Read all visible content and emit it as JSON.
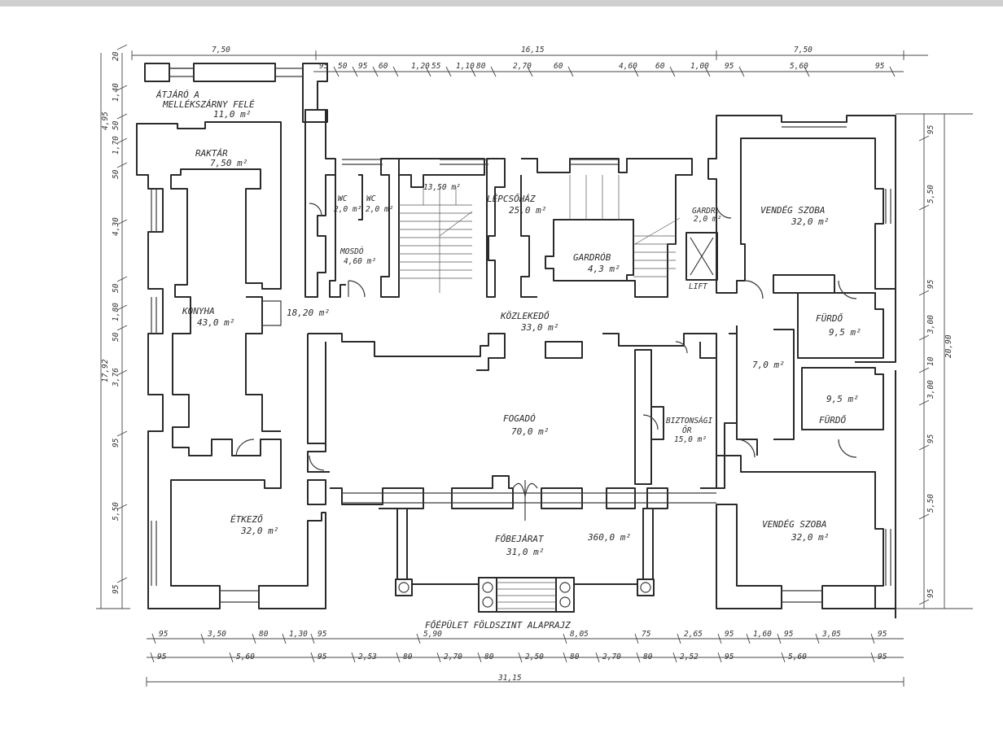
{
  "plan": {
    "title": "FŐÉPÜLET  FÖLDSZINT  ALAPRAJZ",
    "rooms": {
      "atjaro_1": "ÁTJÁRÓ A",
      "atjaro_2": "MELLÉKSZÁRNY FELÉ",
      "atjaro_area": "11,0 m²",
      "raktar": "RAKTÁR",
      "raktar_area": "7,50 m²",
      "wc1": "WC",
      "wc1_area": "2,0 m²",
      "wc2": "WC",
      "wc2_area": "2,0 m²",
      "mosdo": "MOSDÓ",
      "mosdo_area": "4,60 m²",
      "stair_area": "13,50 m²",
      "lepcsohaz": "LÉPCSŐHÁZ",
      "lepcsohaz_area": "25,0 m²",
      "gardrob": "GARDRÓB",
      "gardrob_area": "4,3 m²",
      "gardr_small": "GARDR.",
      "gardr_small_area": "2,0 m²",
      "lift": "LIFT",
      "vendeg1": "VENDÉG SZOBA",
      "vendeg1_area": "32,0 m²",
      "konyha": "KONYHA",
      "konyha_area": "43,0 m²",
      "small_area": "18,20 m²",
      "kozlekedo": "KÖZLEKEDŐ",
      "kozlekedo_area": "33,0 m²",
      "furdo1": "FÜRDŐ",
      "furdo1_area": "9,5 m²",
      "hall_area": "7,0 m²",
      "furdo2_area": "9,5 m²",
      "furdo2": "FÜRDŐ",
      "fogado": "FOGADÓ",
      "fogado_area": "70,0 m²",
      "biztonsagi_1": "BIZTONSÁGI",
      "biztonsagi_2": "ŐR",
      "biztonsagi_area": "15,0 m²",
      "etkezo": "ÉTKEZŐ",
      "etkezo_area": "32,0 m²",
      "fobejarat": "FŐBEJÁRAT",
      "fobejarat_area": "31,0 m²",
      "total_area": "360,0 m²",
      "vendeg2": "VENDÉG SZOBA",
      "vendeg2_area": "32,0 m²"
    },
    "dims_top_overall": [
      "7,50",
      "16,15",
      "7,50"
    ],
    "dims_top_detail": [
      "95",
      "50",
      "95",
      "60",
      "1,20",
      "55",
      "1,10",
      "80",
      "2,70",
      "60",
      "4,60",
      "60",
      "1,00",
      "95",
      "5,60",
      "95"
    ],
    "dims_bottom_row1": [
      "95",
      "3,50",
      "80",
      "1,30",
      "95",
      "5,90",
      "8,05",
      "75",
      "2,65",
      "95",
      "1,60",
      "95",
      "3,05",
      "95"
    ],
    "dims_bottom_row2": [
      "95",
      "5,60",
      "95",
      "2,53",
      "80",
      "2,70",
      "80",
      "2,50",
      "80",
      "2,70",
      "80",
      "2,52",
      "95",
      "5,60",
      "95"
    ],
    "dims_bottom_overall": "31,15",
    "dims_left_detail": [
      "20",
      "1,40",
      "50",
      "1,70",
      "50",
      "4,30",
      "50",
      "1,80",
      "50",
      "3,76",
      "95",
      "5,50",
      "95"
    ],
    "dims_left_a": "4,95",
    "dims_left_overall": "17,92",
    "dims_right_detail": [
      "95",
      "5,50",
      "95",
      "3,00",
      "10",
      "3,00",
      "95",
      "5,50",
      "95"
    ],
    "dims_right_overall": "20,90"
  }
}
